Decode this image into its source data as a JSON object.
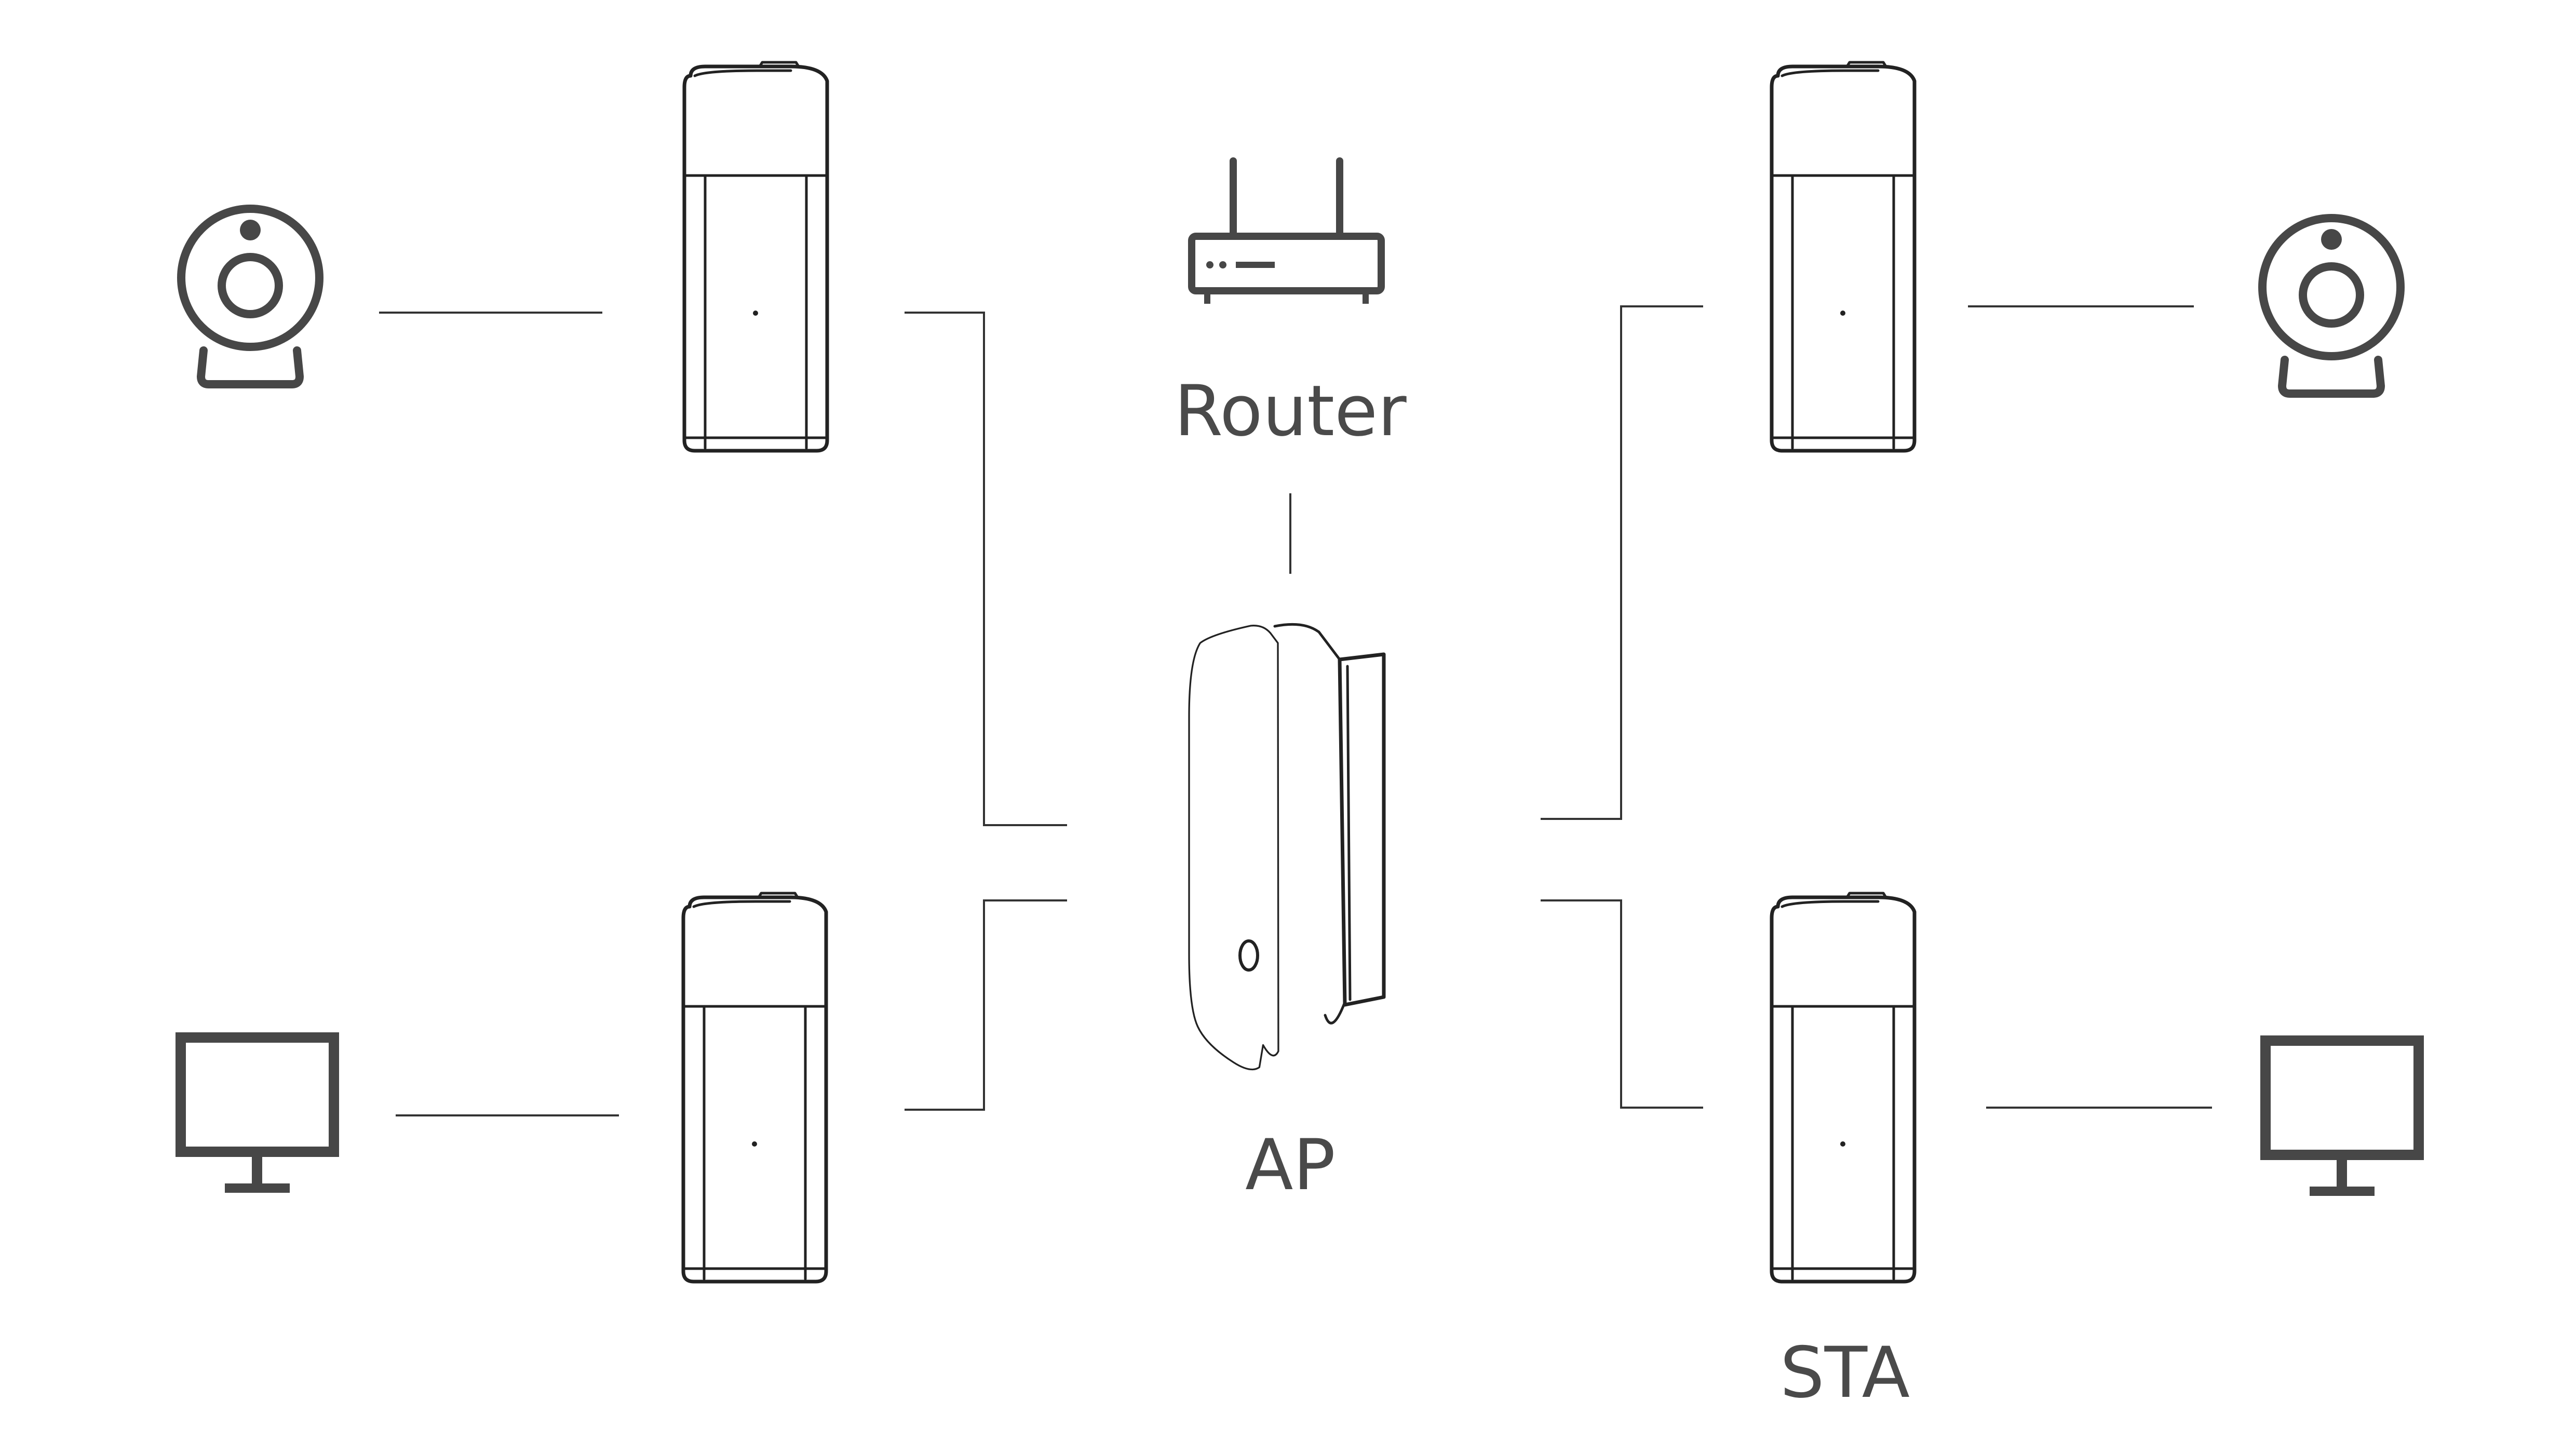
{
  "labels": {
    "router": "Router",
    "ap": "AP",
    "sta": "STA"
  },
  "colors": {
    "line": "#333333",
    "device_outline": "#222222",
    "icon": "#474747",
    "label_text": "#4a4a4a",
    "background": "#ffffff"
  },
  "nodes": [
    {
      "role": "camera",
      "icon": "webcam-icon"
    },
    {
      "role": "monitor",
      "icon": "monitor-icon"
    },
    {
      "role": "bridge",
      "icon": "bridge-unit-icon"
    },
    {
      "role": "router",
      "icon": "router-icon"
    },
    {
      "role": "access-point",
      "icon": "access-point-icon"
    }
  ]
}
